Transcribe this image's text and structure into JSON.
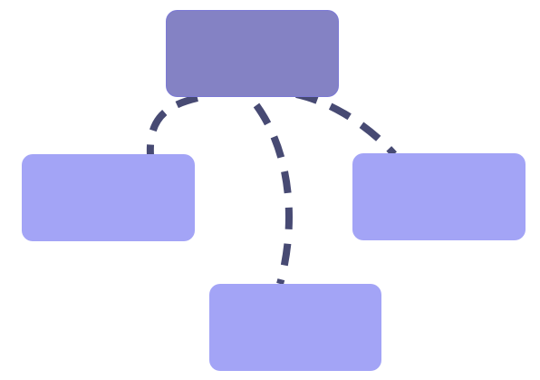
{
  "diagram": {
    "colors": {
      "root_fill": "#8482c4",
      "root_stroke": "#7c7ad6",
      "child_fill": "#a3a4f6",
      "connector": "#474a73"
    },
    "connector_style": "dashed",
    "nodes": [
      {
        "id": "root",
        "label": "",
        "role": "root"
      },
      {
        "id": "left",
        "label": "",
        "role": "child"
      },
      {
        "id": "right",
        "label": "",
        "role": "child"
      },
      {
        "id": "bottom",
        "label": "",
        "role": "child"
      }
    ],
    "edges": [
      {
        "from": "root",
        "to": "left"
      },
      {
        "from": "root",
        "to": "bottom"
      },
      {
        "from": "root",
        "to": "right"
      }
    ]
  }
}
